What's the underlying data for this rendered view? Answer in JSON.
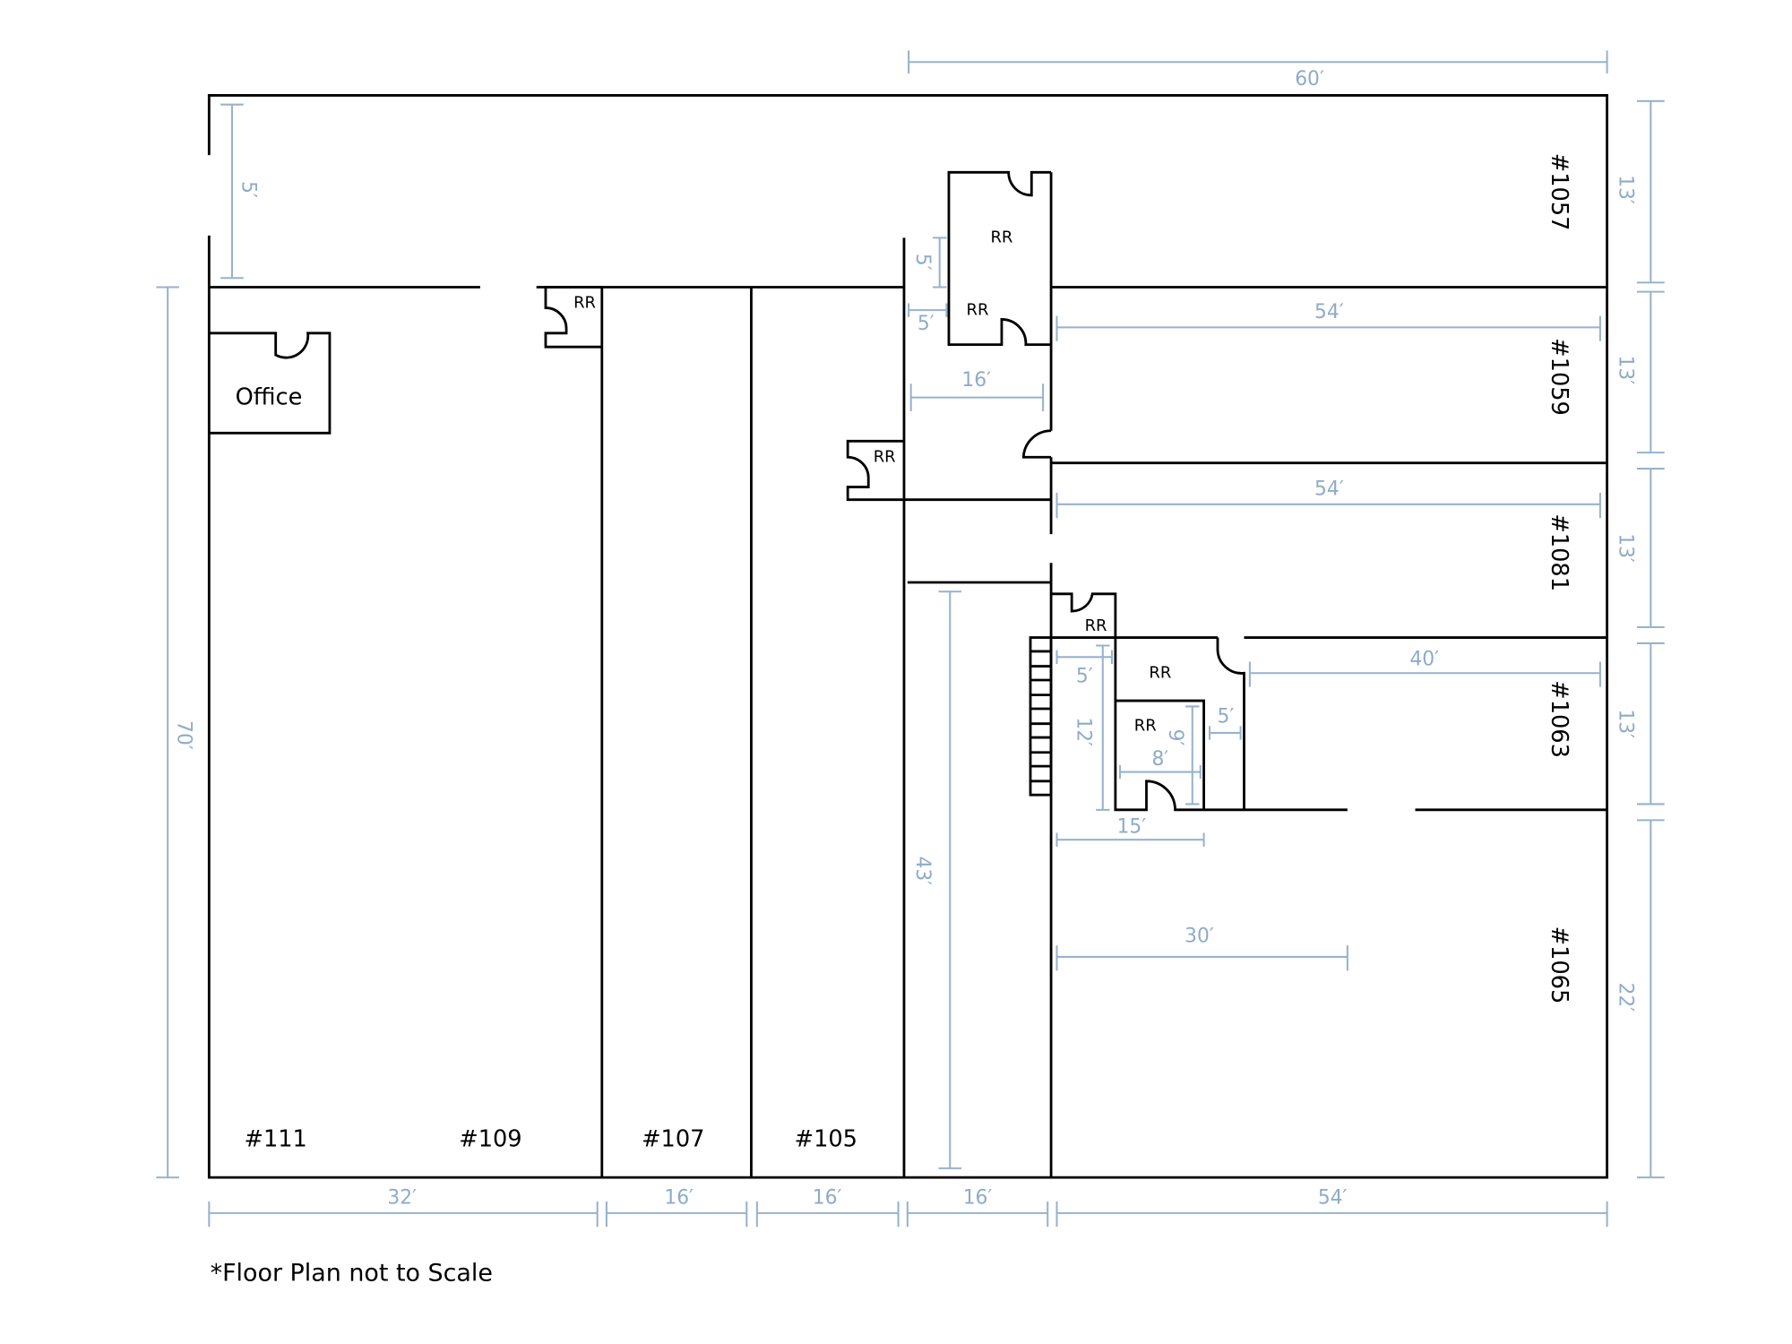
{
  "units": {
    "u111": "#111",
    "u109": "#109",
    "u107": "#107",
    "u105": "#105",
    "u1057": "#1057",
    "u1059": "#1059",
    "u1081": "#1081",
    "u1063": "#1063",
    "u1065": "#1065"
  },
  "rooms": {
    "office": "Office",
    "rr": "RR"
  },
  "dims": {
    "top": "60′",
    "left_total": "70′",
    "left_5": "5′",
    "b32": "32′",
    "b16a": "16′",
    "b16b": "16′",
    "b16c": "16′",
    "b54": "54′",
    "r13a": "13′",
    "r13b": "13′",
    "r13c": "13′",
    "r13d": "13′",
    "r22": "22′",
    "c5v": "5′",
    "c5h": "5′",
    "c16": "16′",
    "c54a": "54′",
    "c54b": "54′",
    "c43": "43′",
    "c5s": "5′",
    "c12": "12′",
    "c9": "9′",
    "c8": "8′",
    "c5r": "5′",
    "c15": "15′",
    "c40": "40′",
    "c30": "30′"
  },
  "note": "*Floor Plan not to Scale"
}
